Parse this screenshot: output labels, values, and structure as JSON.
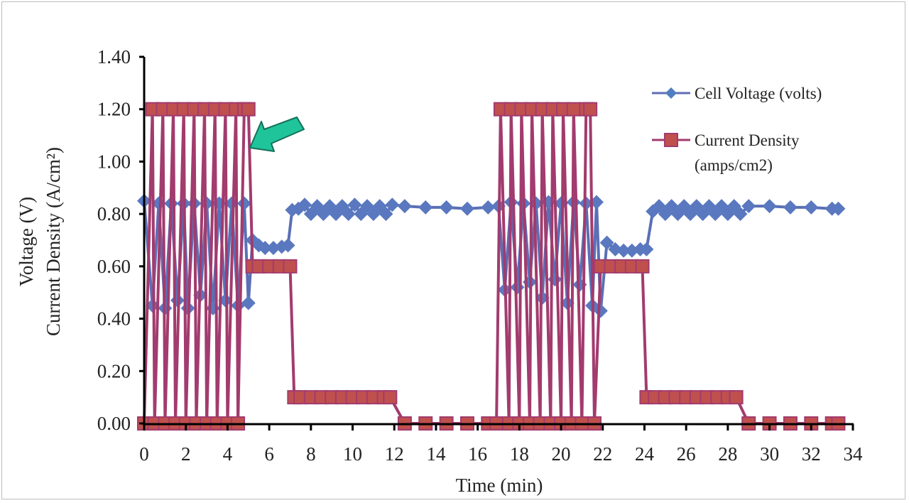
{
  "chart_data": {
    "type": "line",
    "title": "",
    "xlabel": "Time (min)",
    "ylabel_line1": "Voltage  (V)",
    "ylabel_line2": "Current  Density  (A/cm²)",
    "xlim": [
      0,
      34
    ],
    "ylim": [
      0,
      1.4
    ],
    "x_ticks": [
      "0",
      "2",
      "4",
      "6",
      "8",
      "10",
      "12",
      "14",
      "16",
      "18",
      "20",
      "22",
      "24",
      "26",
      "28",
      "30",
      "32",
      "34"
    ],
    "y_ticks": [
      "0.00",
      "0.20",
      "0.40",
      "0.60",
      "0.80",
      "1.00",
      "1.20",
      "1.40"
    ],
    "grid": false,
    "legend_position": "upper right",
    "annotation": {
      "type": "arrow",
      "color": "#1fc49a",
      "points_to": {
        "x": 5.0,
        "y": 1.05
      }
    },
    "series": [
      {
        "name": "Cell Voltage (volts)",
        "color": "#5b6fb5",
        "marker": "diamond",
        "x": [
          0.0,
          0.4,
          0.7,
          1.0,
          1.3,
          1.6,
          1.9,
          2.1,
          2.4,
          2.7,
          3.0,
          3.3,
          3.6,
          3.9,
          4.2,
          4.5,
          4.8,
          5.0,
          5.2,
          5.5,
          5.8,
          6.2,
          6.6,
          6.9,
          7.1,
          7.4,
          7.7,
          8.0,
          8.3,
          8.6,
          8.9,
          9.2,
          9.5,
          9.8,
          10.1,
          10.4,
          10.7,
          11.0,
          11.3,
          11.6,
          11.9,
          12.5,
          13.5,
          14.5,
          15.5,
          16.5,
          17.0,
          17.3,
          17.6,
          17.9,
          18.2,
          18.5,
          18.8,
          19.1,
          19.4,
          19.7,
          20.0,
          20.3,
          20.6,
          20.9,
          21.2,
          21.5,
          21.7,
          21.9,
          22.2,
          22.6,
          23.0,
          23.4,
          23.8,
          24.1,
          24.4,
          24.7,
          25.0,
          25.3,
          25.6,
          25.9,
          26.2,
          26.5,
          26.8,
          27.1,
          27.4,
          27.7,
          28.0,
          28.3,
          28.6,
          29.0,
          30.0,
          31.0,
          32.0,
          33.0,
          33.3
        ],
        "y": [
          0.85,
          0.45,
          0.84,
          0.44,
          0.84,
          0.47,
          0.84,
          0.44,
          0.84,
          0.49,
          0.84,
          0.44,
          0.84,
          0.47,
          0.84,
          0.45,
          0.84,
          0.46,
          0.7,
          0.68,
          0.67,
          0.67,
          0.675,
          0.68,
          0.815,
          0.82,
          0.835,
          0.8,
          0.83,
          0.8,
          0.83,
          0.8,
          0.83,
          0.8,
          0.835,
          0.8,
          0.83,
          0.8,
          0.83,
          0.8,
          0.835,
          0.83,
          0.825,
          0.825,
          0.82,
          0.825,
          0.83,
          0.51,
          0.845,
          0.52,
          0.84,
          0.54,
          0.84,
          0.48,
          0.845,
          0.55,
          0.84,
          0.46,
          0.845,
          0.53,
          0.84,
          0.45,
          0.845,
          0.43,
          0.69,
          0.665,
          0.66,
          0.66,
          0.665,
          0.665,
          0.81,
          0.83,
          0.8,
          0.83,
          0.8,
          0.83,
          0.8,
          0.83,
          0.8,
          0.83,
          0.8,
          0.83,
          0.8,
          0.83,
          0.8,
          0.83,
          0.83,
          0.825,
          0.825,
          0.82,
          0.82
        ]
      },
      {
        "name": "Current Density (amps/cm2)",
        "color": "#a23b6e",
        "marker": "square",
        "x": [
          0.0,
          0.4,
          0.5,
          0.9,
          1.0,
          1.4,
          1.5,
          1.9,
          2.0,
          2.4,
          2.5,
          2.9,
          3.0,
          3.4,
          3.5,
          3.9,
          4.0,
          4.4,
          4.5,
          4.8,
          5.0,
          5.2,
          5.5,
          6.0,
          6.5,
          7.0,
          7.2,
          7.5,
          8.0,
          8.5,
          9.0,
          9.5,
          10.0,
          10.5,
          11.0,
          11.5,
          11.8,
          12.5,
          13.5,
          14.5,
          15.5,
          16.5,
          16.9,
          17.1,
          17.5,
          17.6,
          18.0,
          18.1,
          18.5,
          18.6,
          19.0,
          19.1,
          19.5,
          19.6,
          20.0,
          20.1,
          20.5,
          20.6,
          21.0,
          21.2,
          21.4,
          21.6,
          21.9,
          22.4,
          22.9,
          23.4,
          23.9,
          24.1,
          24.5,
          25.0,
          25.5,
          26.0,
          26.5,
          27.0,
          27.5,
          28.0,
          28.4,
          29.0,
          30.0,
          31.0,
          32.0,
          33.0,
          33.3
        ],
        "y": [
          0.0,
          1.2,
          0.0,
          1.2,
          0.0,
          1.2,
          0.0,
          1.2,
          0.0,
          1.2,
          0.0,
          1.2,
          0.0,
          1.2,
          0.0,
          1.2,
          0.0,
          1.2,
          0.0,
          1.2,
          1.2,
          0.6,
          0.6,
          0.6,
          0.6,
          0.6,
          0.1,
          0.1,
          0.1,
          0.1,
          0.1,
          0.1,
          0.1,
          0.1,
          0.1,
          0.1,
          0.1,
          0.0,
          0.0,
          0.0,
          0.0,
          0.0,
          0.0,
          1.2,
          0.0,
          1.2,
          0.0,
          1.2,
          0.0,
          1.2,
          0.0,
          1.2,
          0.0,
          1.2,
          0.0,
          1.2,
          0.0,
          1.2,
          0.0,
          1.2,
          1.2,
          0.0,
          0.6,
          0.6,
          0.6,
          0.6,
          0.6,
          0.1,
          0.1,
          0.1,
          0.1,
          0.1,
          0.1,
          0.1,
          0.1,
          0.1,
          0.1,
          0.0,
          0.0,
          0.0,
          0.0,
          0.0,
          0.0
        ]
      }
    ]
  },
  "legend": {
    "items": [
      {
        "label_line1": "Cell Voltage (volts)",
        "label_line2": ""
      },
      {
        "label_line1": "Current Density",
        "label_line2": "(amps/cm2)"
      }
    ]
  }
}
